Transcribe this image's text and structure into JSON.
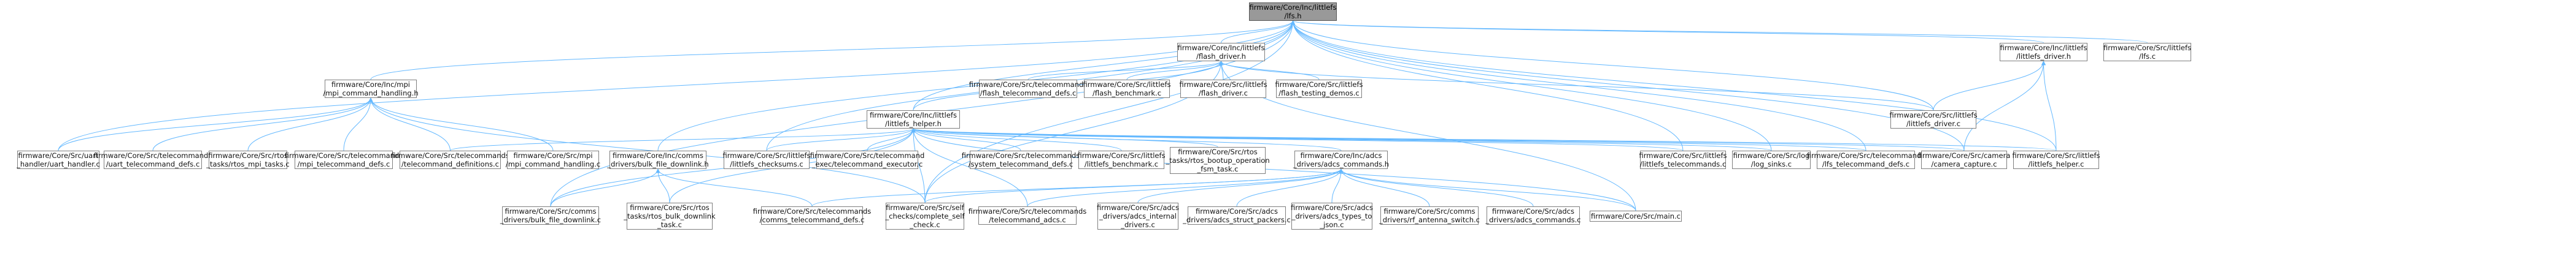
{
  "nodes": {
    "root": "firmware/Core/Inc/littlefs\n/lfs.h",
    "lfs_driver_h": "firmware/Core/Inc/littlefs\n/littlefs_driver.h",
    "lfs_c": "firmware/Core/Src/littlefs\n/lfs.c",
    "flash_driver_h": "firmware/Core/Inc/littlefs\n/flash_driver.h",
    "mpi_handling_h": "firmware/Core/Inc/mpi\n/mpi_command_handling.h",
    "littlefs_helper_h": "firmware/Core/Inc/littlefs\n/littlefs_helper.h",
    "flash_tc_defs": "firmware/Core/Src/telecommands\n/flash_telecommand_defs.c",
    "flash_benchmark_c": "firmware/Core/Src/littlefs\n/flash_benchmark.c",
    "flash_driver_c": "firmware/Core/Src/littlefs\n/flash_driver.c",
    "flash_testing_demos": "firmware/Core/Src/littlefs\n/flash_testing_demos.c",
    "littlefs_driver_c": "firmware/Core/Src/littlefs\n/littlefs_driver.c",
    "uart_handler": "firmware/Core/Src/uart\n_handler/uart_handler.c",
    "uart_tc_defs": "firmware/Core/Src/telecommands\n/uart_telecommand_defs.c",
    "rtos_mpi_tasks": "firmware/Core/Src/rtos\n_tasks/rtos_mpi_tasks.c",
    "mpi_tc_defs": "firmware/Core/Src/telecommands\n/mpi_telecommand_defs.c",
    "tc_definitions": "firmware/Core/Src/telecommands\n/telecommand_definitions.c",
    "mpi_handling_c": "firmware/Core/Src/mpi\n/mpi_command_handling.c",
    "bulk_dl_h": "firmware/Core/Inc/comms\n_drivers/bulk_file_downlink.h",
    "lfs_checksums": "firmware/Core/Src/littlefs\n/littlefs_checksums.c",
    "tc_exec": "firmware/Core/Src/telecommand\n_exec/telecommand_executor.c",
    "system_tc_defs": "firmware/Core/Src/telecommands\n/system_telecommand_defs.c",
    "lfs_benchmark": "firmware/Core/Src/littlefs\n/littlefs_benchmark.c",
    "boot_op_fsm": "firmware/Core/Src/rtos\n_tasks/rtos_bootup_operation\n_fsm_task.c",
    "adcs_commands_h": "firmware/Core/Inc/adcs\n_drivers/adcs_commands.h",
    "lfs_telecommands": "firmware/Core/Src/littlefs\n/littlefs_telecommands.c",
    "log_sinks": "firmware/Core/Src/log\n/log_sinks.c",
    "lfs_tc_defs": "firmware/Core/Src/telecommands\n/lfs_telecommand_defs.c",
    "camera_capture": "firmware/Core/Src/camera\n/camera_capture.c",
    "littlefs_helper_c": "firmware/Core/Src/littlefs\n/littlefs_helper.c",
    "comms_bulk_dl_c": "firmware/Core/Src/comms\n_drivers/bulk_file_downlink.c",
    "rtos_bulk_dl_task": "firmware/Core/Src/rtos\n_tasks/rtos_bulk_downlink\n_task.c",
    "comms_tc_defs": "firmware/Core/Src/telecommands\n/comms_telecommand_defs.c",
    "self_checks": "firmware/Core/Src/self\n_checks/complete_self\n_check.c",
    "tc_adcs": "firmware/Core/Src/telecommands\n/telecommand_adcs.c",
    "adcs_internal": "firmware/Core/Src/adcs\n_drivers/adcs_internal\n_drivers.c",
    "adcs_struct_packers": "firmware/Core/Src/adcs\n_drivers/adcs_struct_packers.c",
    "adcs_types_to_json": "firmware/Core/Src/adcs\n_drivers/adcs_types_to\n_json.c",
    "rf_antenna": "firmware/Core/Src/comms\n_drivers/rf_antenna_switch.c",
    "adcs_commands_c": "firmware/Core/Src/adcs\n_drivers/adcs_commands.c",
    "main_c": "firmware/Core/Src/main.c"
  },
  "edges": [
    [
      "root",
      "lfs_driver_h"
    ],
    [
      "root",
      "lfs_c"
    ],
    [
      "root",
      "flash_driver_h"
    ],
    [
      "root",
      "mpi_handling_h"
    ],
    [
      "root",
      "littlefs_helper_h"
    ],
    [
      "root",
      "littlefs_driver_c"
    ],
    [
      "root",
      "lfs_telecommands"
    ],
    [
      "root",
      "log_sinks"
    ],
    [
      "root",
      "lfs_tc_defs"
    ],
    [
      "root",
      "camera_capture"
    ],
    [
      "root",
      "littlefs_helper_c"
    ],
    [
      "root",
      "comms_bulk_dl_c"
    ],
    [
      "root",
      "bulk_dl_h"
    ],
    [
      "root",
      "self_checks"
    ],
    [
      "root",
      "uart_handler"
    ],
    [
      "root",
      "lfs_checksums"
    ],
    [
      "lfs_driver_h",
      "littlefs_driver_c"
    ],
    [
      "lfs_driver_h",
      "camera_capture"
    ],
    [
      "lfs_driver_h",
      "littlefs_helper_c"
    ],
    [
      "flash_driver_h",
      "flash_tc_defs"
    ],
    [
      "flash_driver_h",
      "flash_benchmark_c"
    ],
    [
      "flash_driver_h",
      "flash_driver_c"
    ],
    [
      "flash_driver_h",
      "flash_testing_demos"
    ],
    [
      "flash_driver_h",
      "littlefs_driver_c"
    ],
    [
      "flash_driver_h",
      "littlefs_helper_h"
    ],
    [
      "flash_driver_h",
      "main_c"
    ],
    [
      "flash_driver_h",
      "self_checks"
    ],
    [
      "mpi_handling_h",
      "uart_handler"
    ],
    [
      "mpi_handling_h",
      "uart_tc_defs"
    ],
    [
      "mpi_handling_h",
      "rtos_mpi_tasks"
    ],
    [
      "mpi_handling_h",
      "mpi_tc_defs"
    ],
    [
      "mpi_handling_h",
      "tc_definitions"
    ],
    [
      "mpi_handling_h",
      "mpi_handling_c"
    ],
    [
      "mpi_handling_h",
      "self_checks"
    ],
    [
      "littlefs_helper_h",
      "lfs_checksums"
    ],
    [
      "littlefs_helper_h",
      "tc_exec"
    ],
    [
      "littlefs_helper_h",
      "system_tc_defs"
    ],
    [
      "littlefs_helper_h",
      "lfs_benchmark"
    ],
    [
      "littlefs_helper_h",
      "boot_op_fsm"
    ],
    [
      "littlefs_helper_h",
      "adcs_commands_h"
    ],
    [
      "littlefs_helper_h",
      "lfs_telecommands"
    ],
    [
      "littlefs_helper_h",
      "log_sinks"
    ],
    [
      "littlefs_helper_h",
      "lfs_tc_defs"
    ],
    [
      "littlefs_helper_h",
      "camera_capture"
    ],
    [
      "littlefs_helper_h",
      "littlefs_helper_c"
    ],
    [
      "littlefs_helper_h",
      "comms_bulk_dl_c"
    ],
    [
      "littlefs_helper_h",
      "rtos_bulk_dl_task"
    ],
    [
      "littlefs_helper_h",
      "self_checks"
    ],
    [
      "littlefs_helper_h",
      "tc_adcs"
    ],
    [
      "littlefs_helper_h",
      "main_c"
    ],
    [
      "littlefs_helper_h",
      "tc_definitions"
    ],
    [
      "bulk_dl_h",
      "comms_bulk_dl_c"
    ],
    [
      "bulk_dl_h",
      "rtos_bulk_dl_task"
    ],
    [
      "bulk_dl_h",
      "comms_tc_defs"
    ],
    [
      "adcs_commands_h",
      "comms_tc_defs"
    ],
    [
      "adcs_commands_h",
      "self_checks"
    ],
    [
      "adcs_commands_h",
      "tc_adcs"
    ],
    [
      "adcs_commands_h",
      "adcs_internal"
    ],
    [
      "adcs_commands_h",
      "adcs_struct_packers"
    ],
    [
      "adcs_commands_h",
      "adcs_types_to_json"
    ],
    [
      "adcs_commands_h",
      "rf_antenna"
    ],
    [
      "adcs_commands_h",
      "adcs_commands_c"
    ],
    [
      "adcs_commands_h",
      "main_c"
    ]
  ],
  "colors": {
    "edge": "#63b8ff",
    "node_border": "#7f7f7f",
    "root_fill": "#999999"
  }
}
